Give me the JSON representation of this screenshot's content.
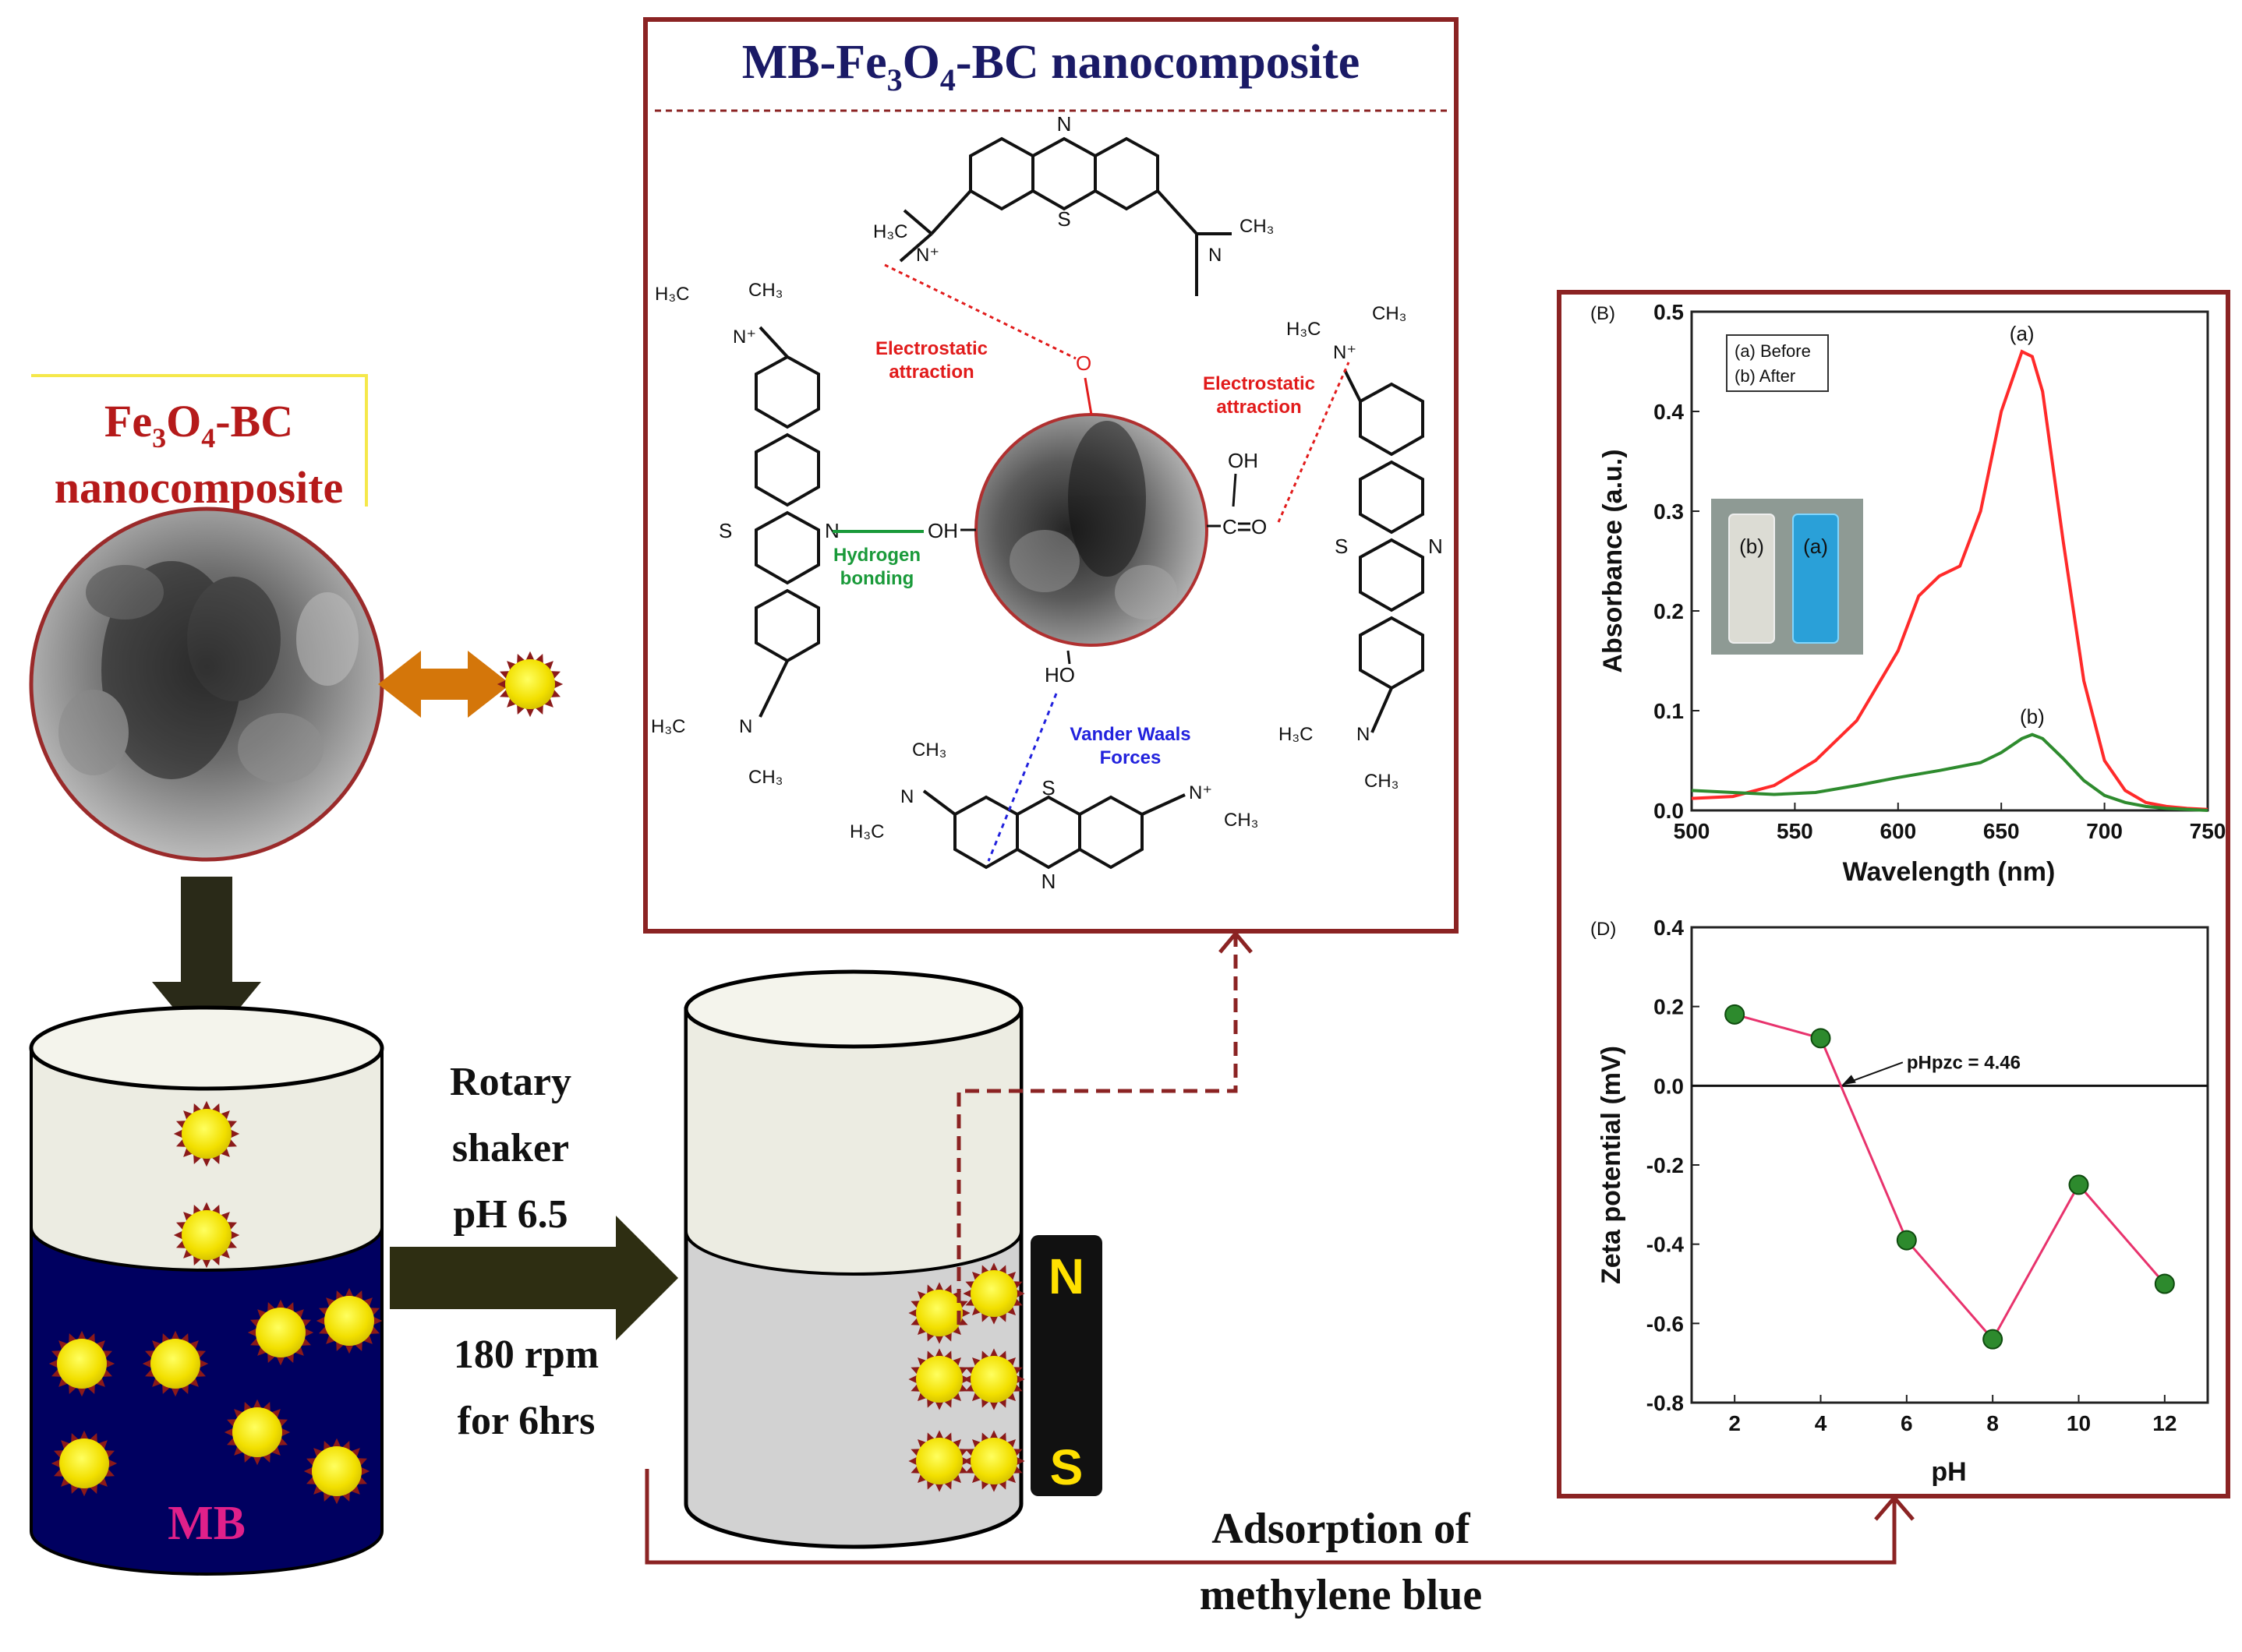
{
  "fe3o4_bc_title": {
    "line1_main": "Fe",
    "line1_sub1": "3",
    "line1_mid": "O",
    "line1_sub2": "4",
    "line1_end": "-BC",
    "line2": "nanocomposite"
  },
  "mb_composite_title": {
    "pre": "MB-Fe",
    "sub1": "3",
    "mid": "O",
    "sub2": "4",
    "post": "-BC nanocomposite"
  },
  "conditions": [
    "Rotary",
    "shaker",
    "pH 6.5",
    "180 rpm",
    "for 6hrs"
  ],
  "beaker_label": "MB",
  "magnet": {
    "north": "N",
    "south": "S"
  },
  "adsorption_label": [
    "Adsorption of",
    "methylene blue"
  ],
  "interactions": {
    "electrostatic_left": [
      "Electrostatic",
      "attraction"
    ],
    "electrostatic_right": [
      "Electrostatic",
      "attraction"
    ],
    "hydrogen": [
      "Hydrogen",
      "bonding"
    ],
    "vdw": [
      "Vander Waals",
      "Forces"
    ]
  },
  "chem_labels": {
    "N": "N",
    "S": "S",
    "OH": "OH",
    "HO": "HO",
    "O": "O",
    "C": "C",
    "H3C": "H₃C",
    "CH3": "CH₃",
    "N_plus": "N⁺"
  },
  "colors": {
    "frame": "#8b2323",
    "navy": "#000060",
    "particle": "#f5e400",
    "spike": "#8b1a1a",
    "arrow_dark": "#2e2e12",
    "arrow_orange": "#d4760a",
    "red_series": "#ff2a2a",
    "green_series": "#2e8b2e",
    "zeta_line": "#e8336d",
    "zeta_point": "#2d8a2d",
    "electrostatic": "#e11b1b",
    "hydrogen": "#1a9a3a",
    "vdw": "#2222dd",
    "mb_text": "#e0208a"
  },
  "chart_data": [
    {
      "type": "line",
      "panel_label": "(B)",
      "xlabel": "Wavelength (nm)",
      "ylabel": "Absorbance (a.u.)",
      "xlim": [
        500,
        750
      ],
      "ylim": [
        0.0,
        0.5
      ],
      "xticks": [
        "500",
        "550",
        "600",
        "650",
        "700",
        "750"
      ],
      "yticks": [
        "0.0",
        "0.1",
        "0.2",
        "0.3",
        "0.4",
        "0.5"
      ],
      "legend": [
        "(a) Before",
        "(b) After"
      ],
      "series_labels": [
        "(a)",
        "(b)"
      ],
      "inset_vial_labels": [
        "(b)",
        "(a)"
      ],
      "series": [
        {
          "name": "(a) Before",
          "x": [
            500,
            520,
            540,
            560,
            580,
            600,
            610,
            620,
            630,
            640,
            650,
            660,
            665,
            670,
            680,
            690,
            700,
            710,
            720,
            730,
            740,
            750
          ],
          "y": [
            0.012,
            0.014,
            0.025,
            0.05,
            0.09,
            0.16,
            0.215,
            0.235,
            0.245,
            0.3,
            0.4,
            0.46,
            0.455,
            0.42,
            0.27,
            0.13,
            0.05,
            0.02,
            0.008,
            0.004,
            0.002,
            0.001
          ]
        },
        {
          "name": "(b) After",
          "x": [
            500,
            520,
            540,
            560,
            580,
            600,
            620,
            640,
            650,
            660,
            665,
            670,
            680,
            690,
            700,
            710,
            720,
            730,
            740,
            750
          ],
          "y": [
            0.02,
            0.018,
            0.016,
            0.018,
            0.025,
            0.033,
            0.04,
            0.048,
            0.058,
            0.072,
            0.076,
            0.072,
            0.052,
            0.03,
            0.015,
            0.008,
            0.004,
            0.002,
            0.001,
            0.0
          ]
        }
      ]
    },
    {
      "type": "scatter",
      "panel_label": "(D)",
      "xlabel": "pH",
      "ylabel": "Zeta potential (mV)",
      "xlim": [
        1,
        13
      ],
      "ylim": [
        -0.8,
        0.4
      ],
      "xticks": [
        "2",
        "4",
        "6",
        "8",
        "10",
        "12"
      ],
      "yticks": [
        "0.4",
        "0.2",
        "0.0",
        "-0.2",
        "-0.4",
        "-0.6",
        "-0.8"
      ],
      "annotation": "pHpzc = 4.46",
      "pzc": 4.46,
      "series": [
        {
          "x": [
            2,
            4,
            6,
            8,
            10,
            12
          ],
          "y": [
            0.18,
            0.12,
            -0.39,
            -0.64,
            -0.25,
            -0.5
          ]
        }
      ]
    }
  ]
}
